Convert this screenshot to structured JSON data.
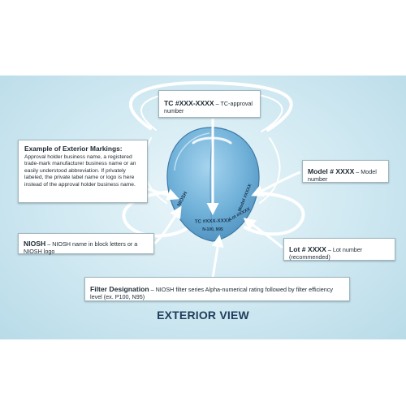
{
  "title": "EXTERIOR VIEW",
  "mask": {
    "center_marking": "TC #XXX-XXXX",
    "center_small": "N-100, N95",
    "left_logo": "NIOSH",
    "right_marking_model": "Model #XXXX",
    "right_marking_lot": "Lot #XXXX"
  },
  "callouts": {
    "markings": {
      "heading": "Example of Exterior Markings:",
      "body": "Approval holder business name, a registered trade-mark manufacturer business name or an easily understood abbreviation. If privately labeled, the private label name or logo is here instead of the approval holder business name."
    },
    "tc": {
      "label": "TC #XXX-XXXX",
      "desc": " – TC-approval number"
    },
    "model": {
      "label": "Model # XXXX",
      "desc": " – Model number"
    },
    "niosh": {
      "label": "NIOSH",
      "desc": " – NIOSH name in block letters or a NIOSH logo"
    },
    "lot": {
      "label": "Lot # XXXX",
      "desc": " – Lot number (recommended)"
    },
    "filter": {
      "label": "Filter Designation",
      "desc": " – NIOSH filter series Alpha-numerical rating followed by filter efficiency level (ex. P100, N95)"
    }
  },
  "colors": {
    "background_panel": "#cfe8f1",
    "mask_fill": "#78b8de",
    "arrow": "#ffffff",
    "title": "#1e3d5c"
  }
}
